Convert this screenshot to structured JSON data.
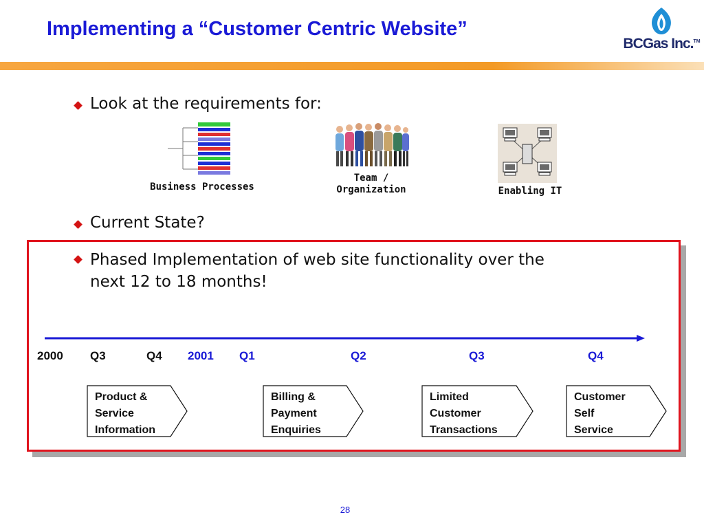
{
  "slide": {
    "title": "Implementing a “Customer Centric Website”",
    "page_number": "28"
  },
  "logo": {
    "text": "BCGas Inc.",
    "tm": "TM"
  },
  "colors": {
    "title_blue": "#1a1ad6",
    "accent_orange": "#f39a26",
    "bullet_red": "#d41313",
    "box_red": "#e0141e",
    "timeline_blue": "#1a1ad6"
  },
  "bullets": [
    "Look at the requirements for:",
    "Current State?",
    "Phased Implementation of web site functionality over the",
    "next 12 to 18 months!"
  ],
  "requirements": {
    "business_processes": "Business Processes",
    "team_line1": "Team /",
    "team_line2": "Organization",
    "enabling_it": "Enabling IT"
  },
  "timeline": {
    "labels": [
      {
        "text": "2000",
        "color": "#111111"
      },
      {
        "text": "Q3",
        "color": "#111111"
      },
      {
        "text": "Q4",
        "color": "#111111"
      },
      {
        "text": "2001",
        "color": "#1a1ad6"
      },
      {
        "text": "Q1",
        "color": "#1a1ad6"
      },
      {
        "text": "Q2",
        "color": "#1a1ad6"
      },
      {
        "text": "Q3",
        "color": "#1a1ad6"
      },
      {
        "text": "Q4",
        "color": "#1a1ad6"
      }
    ]
  },
  "phases": [
    {
      "lines": [
        "Product &",
        "Service",
        "Information"
      ]
    },
    {
      "lines": [
        "Billing &",
        "Payment",
        "Enquiries"
      ]
    },
    {
      "lines": [
        "Limited",
        "Customer",
        "Transactions"
      ]
    },
    {
      "lines": [
        "Customer",
        "Self",
        "Service"
      ]
    }
  ]
}
